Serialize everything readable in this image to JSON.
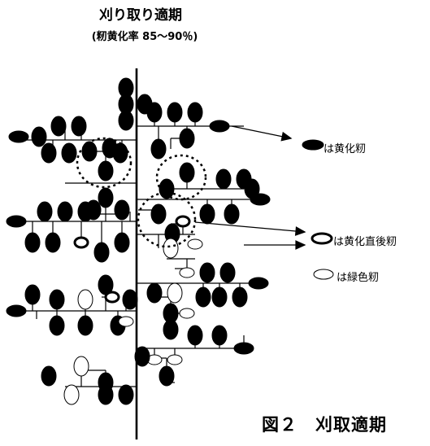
{
  "title": "刈り取り適期",
  "subtitle": "(籾黄化率 85～90％)",
  "legend": {
    "yellowed": {
      "label": "は黄化籾",
      "fill": "#000000",
      "stroke": "#000000"
    },
    "just_yellowed": {
      "label": "は黄化直後籾",
      "fill": "#ffffff",
      "stroke": "#000000"
    },
    "green": {
      "label": "は緑色籾",
      "fill": "#ffffff",
      "stroke": "#000000"
    }
  },
  "caption": "図２　刈取適期",
  "colors": {
    "ink": "#000000",
    "paper": "#ffffff"
  }
}
